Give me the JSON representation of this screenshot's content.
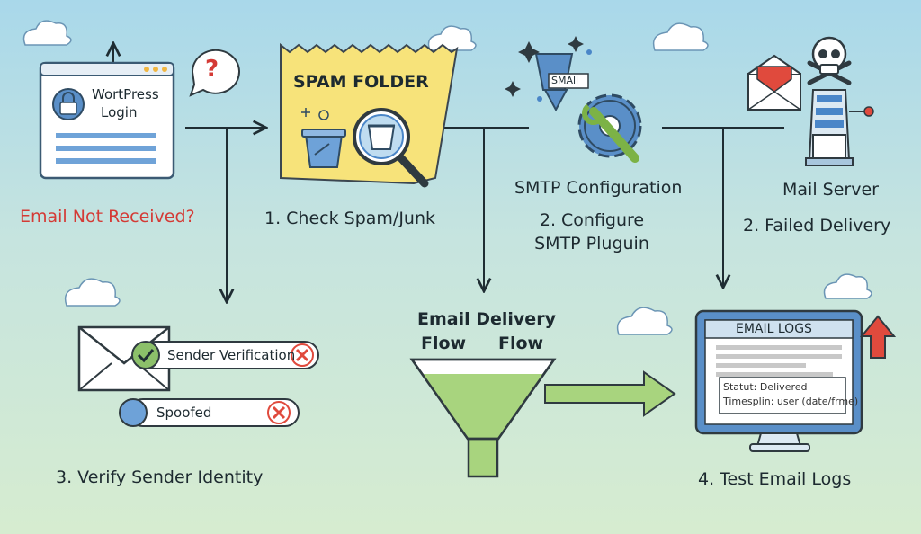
{
  "wordpress": {
    "title": "WortPress",
    "subtitle": "Login",
    "question": "?",
    "caption": "Email Not Received?"
  },
  "spam": {
    "title": "SPAM FOLDER",
    "step": "1. Check Spam/Junk"
  },
  "smtp": {
    "tag": "SMAll",
    "caption": "SMTP Configuration",
    "step_line1": "2. Configure",
    "step_line2": "SMTP Pluguin"
  },
  "server": {
    "caption": "Mail Server",
    "step": "2. Failed Delivery"
  },
  "verify": {
    "badge1": "Sender Verification",
    "badge2": "Spoofed",
    "step": "3. Verify Sender Identity"
  },
  "funnel": {
    "title_line1": "Email Delivery",
    "title_left": "Flow",
    "title_right": "Flow"
  },
  "logs": {
    "header": "EMAIL LOGS",
    "status": "Statut: Delivered",
    "timestamp": "Timesplin: user (date/frme)",
    "step": "4. Test Email Logs"
  },
  "colors": {
    "arrow": "#1f2d33",
    "red": "#d43a35",
    "green": "#6fa04a",
    "blue": "#4a86c8",
    "spam_yellow": "#f7e37a"
  }
}
